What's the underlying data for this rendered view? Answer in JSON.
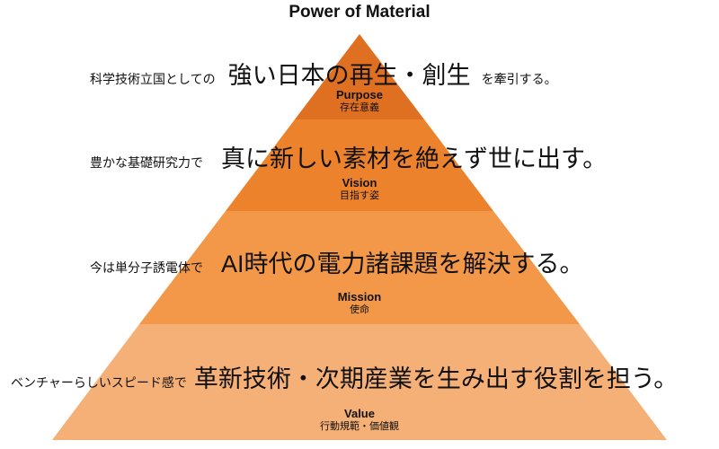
{
  "title": "Power of Material",
  "colors": {
    "purpose": "#e07021",
    "vision": "#ec822c",
    "mission": "#f29848",
    "value": "#f5b077"
  },
  "levels": [
    {
      "en": "Purpose",
      "jp": "存在意義",
      "pre": "科学技術立国としての",
      "main": "強い日本の再生・創生",
      "post": "を牽引する。"
    },
    {
      "en": "Vision",
      "jp": "目指す姿",
      "pre": "豊かな基礎研究力で",
      "main": "真に新しい素材を絶えず世に出す。",
      "post": ""
    },
    {
      "en": "Mission",
      "jp": "使命",
      "pre": "今は単分子誘電体で",
      "main": "AI時代の電力諸課題を解決する。",
      "post": ""
    },
    {
      "en": "Value",
      "jp": "行動規範・価値観",
      "pre": "ベンチャーらしいスピード感で",
      "main": "革新技術・次期産業を生み出す役割を担う。",
      "post": ""
    }
  ]
}
